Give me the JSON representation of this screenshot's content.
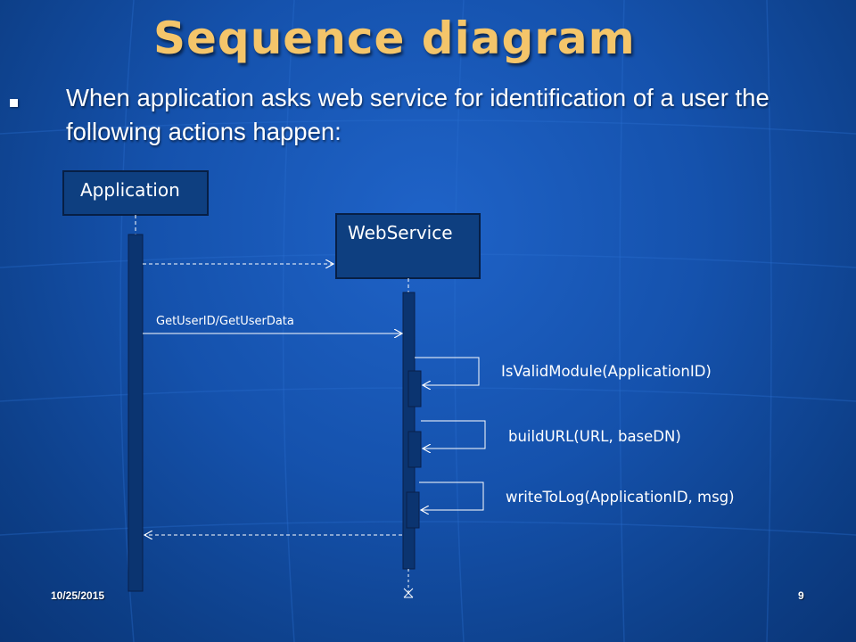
{
  "slide": {
    "title": "Sequence diagram",
    "bullet": "When application asks web service for identification of a user the following actions happen:",
    "footer_date": "10/25/2015",
    "page_number": "9"
  },
  "diagram": {
    "participants": [
      {
        "name": "Application"
      },
      {
        "name": "WebService"
      }
    ],
    "messages": [
      {
        "label": "GetUserID/GetUserData"
      },
      {
        "label": "IsValidModule(ApplicationID)"
      },
      {
        "label": "buildURL(URL, baseDN)"
      },
      {
        "label": "writeToLog(ApplicationID, msg)"
      }
    ]
  },
  "colors": {
    "title": "#f4c56a",
    "box_fill": "#0e3f80",
    "box_border": "#071f45",
    "activation": "#0b3470",
    "line": "#ffffff"
  }
}
